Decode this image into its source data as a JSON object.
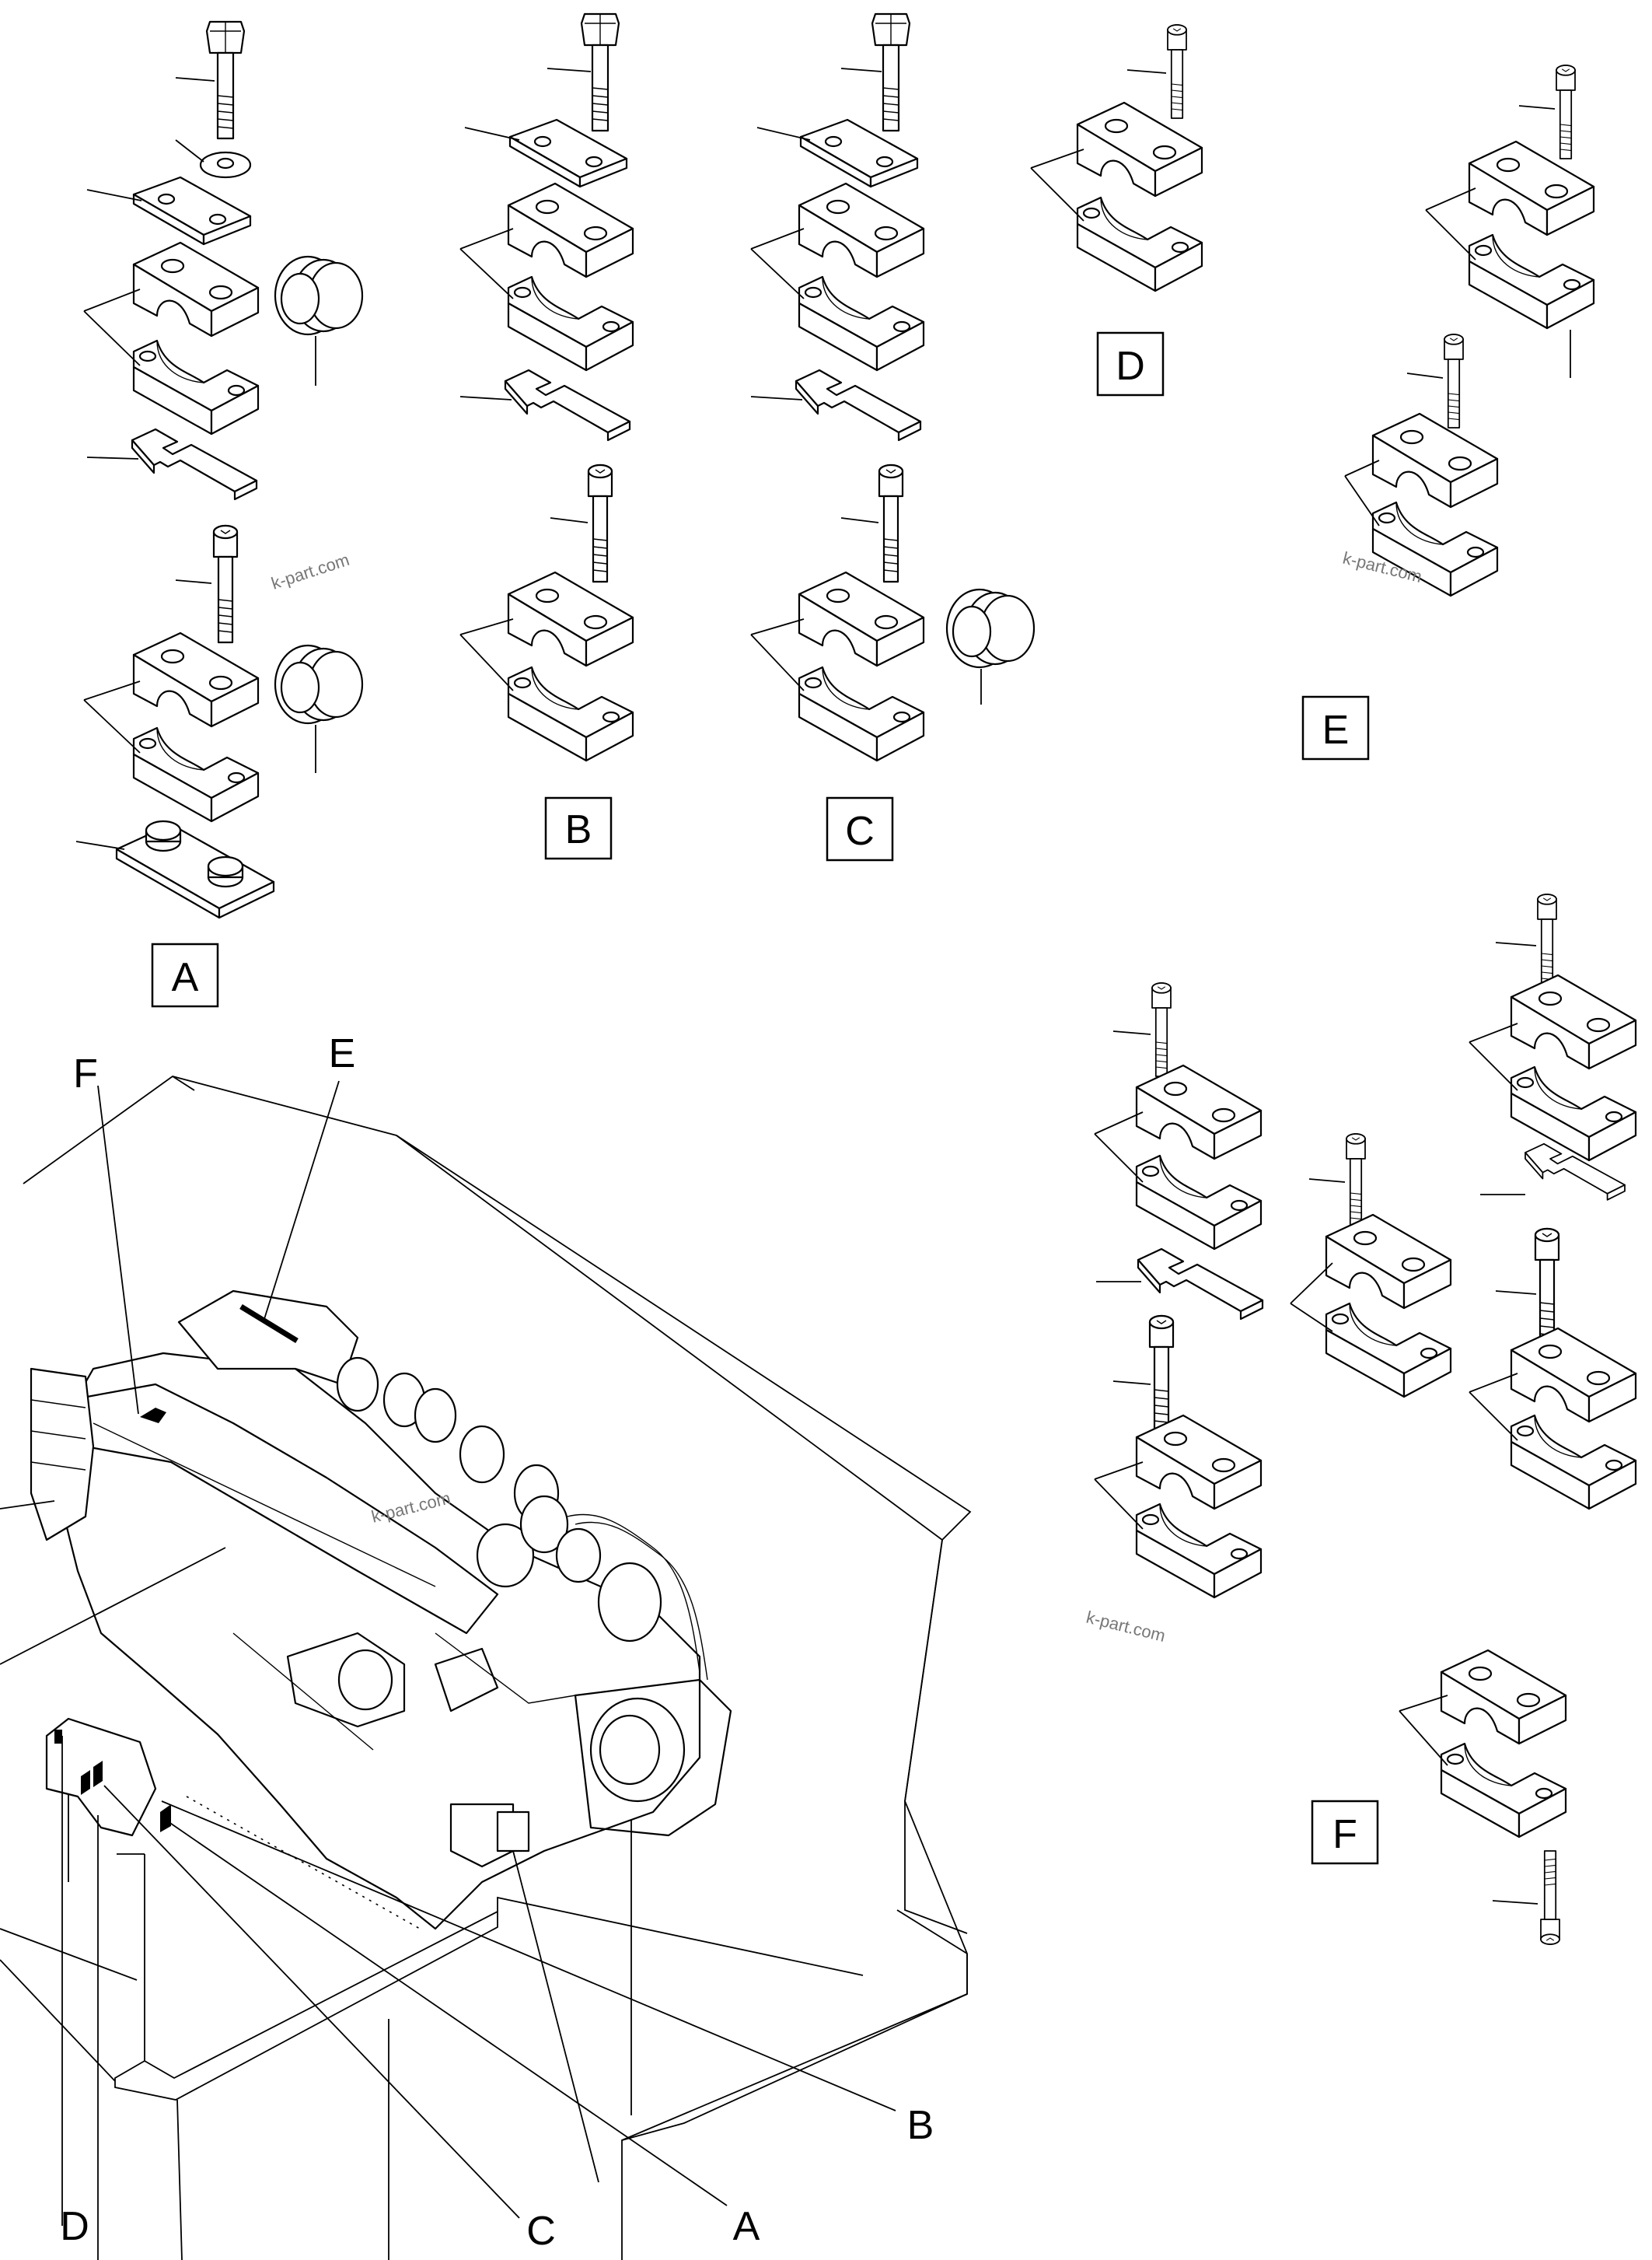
{
  "callouts": {
    "A": "A",
    "B": "B",
    "C": "C",
    "D": "D",
    "E": "E",
    "F": "F"
  },
  "engine_labels": {
    "F": "F",
    "E": "E",
    "D": "D",
    "C": "C",
    "A": "A",
    "B": "B"
  },
  "watermark": "k-part.com"
}
